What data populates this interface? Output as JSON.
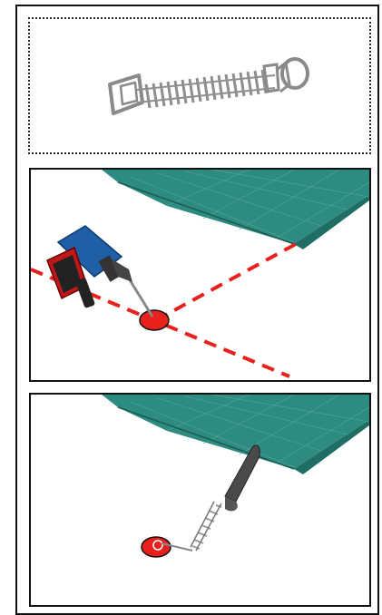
{
  "figure": {
    "panels": [
      {
        "id": "product",
        "content": "spring-anchor"
      },
      {
        "id": "step-drill",
        "content": "drill-and-marked-anchor-point"
      },
      {
        "id": "step-attach",
        "content": "cover-strap-with-spring-to-anchor"
      }
    ],
    "colors": {
      "cover": "#2e8b7f",
      "cover_dark": "#1f6e63",
      "marker_red": "#e8211d",
      "guide_line": "#e8211d",
      "drill_body": "#1f5fa8",
      "drill_grip": "#222222",
      "spring_metal": "#9a9a9a"
    }
  }
}
